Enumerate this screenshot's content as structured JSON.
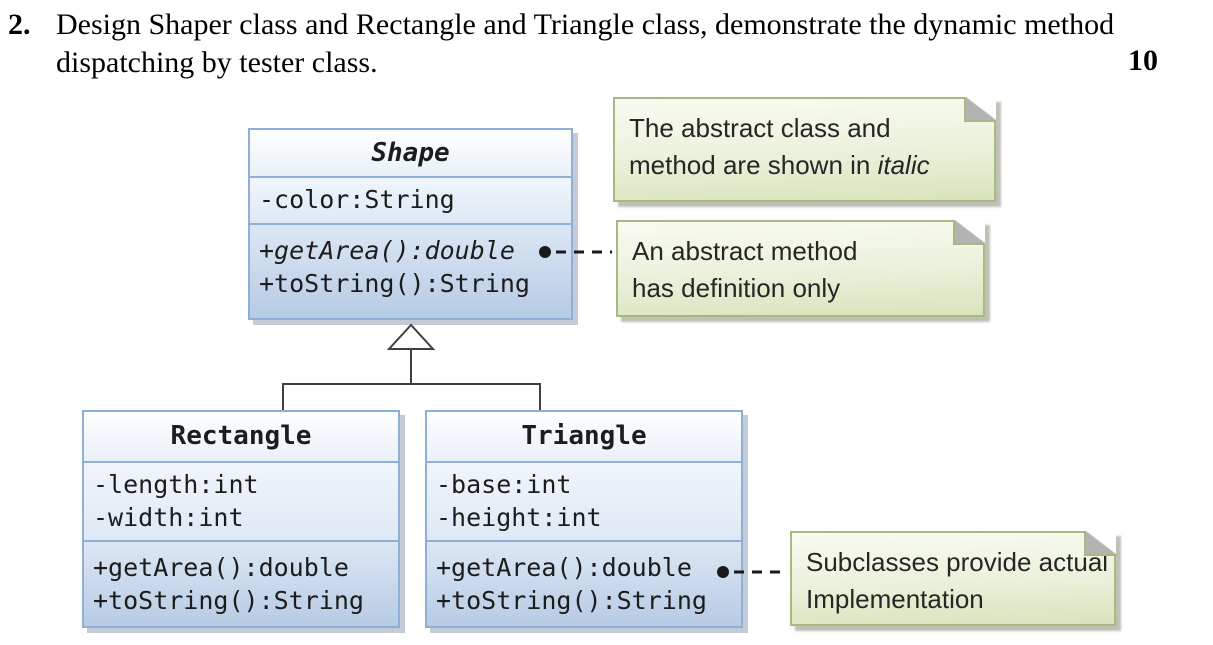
{
  "question": {
    "number": "2.",
    "line1": "Design Shaper class and Rectangle and Triangle class, demonstrate the dynamic method",
    "line2": "dispatching by tester class.",
    "marks": "10"
  },
  "diagram": {
    "classes": {
      "shape": {
        "title": "Shape",
        "stereotype": "abstract",
        "attributes": [
          "-color:String"
        ],
        "methods": [
          "+getArea():double",
          "+toString():String"
        ]
      },
      "rectangle": {
        "title": "Rectangle",
        "attributes": [
          "-length:int",
          "-width:int"
        ],
        "methods": [
          "+getArea():double",
          "+toString():String"
        ]
      },
      "triangle": {
        "title": "Triangle",
        "attributes": [
          "-base:int",
          "-height:int"
        ],
        "methods": [
          "+getArea():double",
          "+toString():String"
        ]
      }
    },
    "relationships": [
      {
        "type": "inheritance",
        "from": "Rectangle",
        "to": "Shape"
      },
      {
        "type": "inheritance",
        "from": "Triangle",
        "to": "Shape"
      }
    ],
    "notes": {
      "abstract_class": {
        "line1": "The abstract class and",
        "line2_prefix": "method are shown in ",
        "line2_italic": "italic"
      },
      "abstract_method": {
        "line1": "An abstract method",
        "line2": "has definition only"
      },
      "subclasses": {
        "line1": "Subclasses provide actual",
        "line2": "Implementation"
      }
    }
  },
  "colors": {
    "class_border": "#8fb0d4",
    "class_header_bg": "#f4f8fd",
    "class_attrs_bg": "#e6eef8",
    "class_methods_bg": "#c2d3e8",
    "note_border": "#a6ba80",
    "note_bg_top": "#f9fbf3",
    "note_bg_bottom": "#d8e4bc",
    "note_fold": "#b3b3b3",
    "connector_line": "#404040",
    "connector_dot": "#1a1a1a"
  }
}
